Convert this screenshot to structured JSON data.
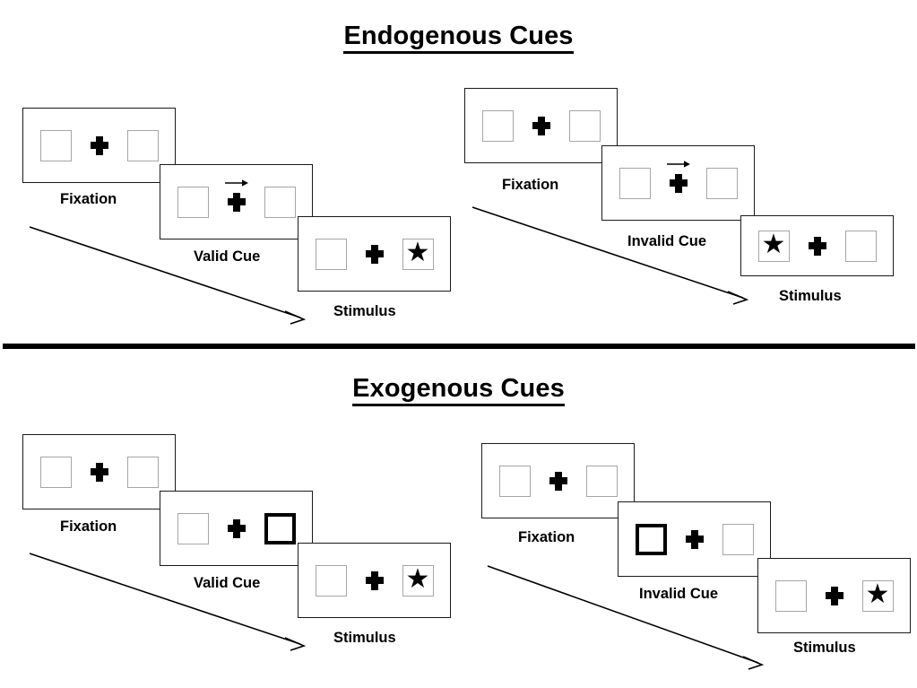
{
  "figure": {
    "sections": [
      {
        "id": "endogenous",
        "title": "Endogenous Cues",
        "sequences": [
          {
            "id": "endogenous-valid",
            "frames": [
              {
                "caption": "Fixation",
                "cue_type": "none",
                "left_box": {
                  "content": "empty",
                  "highlighted": false
                },
                "right_box": {
                  "content": "empty",
                  "highlighted": false
                },
                "arrow_direction": ""
              },
              {
                "caption": "Valid Cue",
                "cue_type": "central-arrow",
                "left_box": {
                  "content": "empty",
                  "highlighted": false
                },
                "right_box": {
                  "content": "empty",
                  "highlighted": false
                },
                "arrow_direction": "right"
              },
              {
                "caption": "Stimulus",
                "cue_type": "none",
                "left_box": {
                  "content": "empty",
                  "highlighted": false
                },
                "right_box": {
                  "content": "star",
                  "highlighted": false
                },
                "arrow_direction": ""
              }
            ]
          },
          {
            "id": "endogenous-invalid",
            "frames": [
              {
                "caption": "Fixation",
                "cue_type": "none",
                "left_box": {
                  "content": "empty",
                  "highlighted": false
                },
                "right_box": {
                  "content": "empty",
                  "highlighted": false
                },
                "arrow_direction": ""
              },
              {
                "caption": "Invalid Cue",
                "cue_type": "central-arrow",
                "left_box": {
                  "content": "empty",
                  "highlighted": false
                },
                "right_box": {
                  "content": "empty",
                  "highlighted": false
                },
                "arrow_direction": "right"
              },
              {
                "caption": "Stimulus",
                "cue_type": "none",
                "left_box": {
                  "content": "star",
                  "highlighted": false
                },
                "right_box": {
                  "content": "empty",
                  "highlighted": false
                },
                "arrow_direction": ""
              }
            ]
          }
        ]
      },
      {
        "id": "exogenous",
        "title": "Exogenous Cues",
        "sequences": [
          {
            "id": "exogenous-valid",
            "frames": [
              {
                "caption": "Fixation",
                "cue_type": "none",
                "left_box": {
                  "content": "empty",
                  "highlighted": false
                },
                "right_box": {
                  "content": "empty",
                  "highlighted": false
                },
                "arrow_direction": ""
              },
              {
                "caption": "Valid Cue",
                "cue_type": "peripheral-flash",
                "left_box": {
                  "content": "empty",
                  "highlighted": false
                },
                "right_box": {
                  "content": "empty",
                  "highlighted": true
                },
                "arrow_direction": ""
              },
              {
                "caption": "Stimulus",
                "cue_type": "none",
                "left_box": {
                  "content": "empty",
                  "highlighted": false
                },
                "right_box": {
                  "content": "star",
                  "highlighted": false
                },
                "arrow_direction": ""
              }
            ]
          },
          {
            "id": "exogenous-invalid",
            "frames": [
              {
                "caption": "Fixation",
                "cue_type": "none",
                "left_box": {
                  "content": "empty",
                  "highlighted": false
                },
                "right_box": {
                  "content": "empty",
                  "highlighted": false
                },
                "arrow_direction": ""
              },
              {
                "caption": "Invalid Cue",
                "cue_type": "peripheral-flash",
                "left_box": {
                  "content": "empty",
                  "highlighted": true
                },
                "right_box": {
                  "content": "empty",
                  "highlighted": false
                },
                "arrow_direction": ""
              },
              {
                "caption": "Stimulus",
                "cue_type": "none",
                "left_box": {
                  "content": "empty",
                  "highlighted": false
                },
                "right_box": {
                  "content": "star",
                  "highlighted": false
                },
                "arrow_direction": ""
              }
            ]
          }
        ]
      }
    ],
    "glyphs": {
      "star": "★",
      "fixation_cross": "✚",
      "cue_arrow": "→",
      "time_arrow": "↘"
    },
    "colors": {
      "ink": "#000000",
      "box_border": "#a6a6a6",
      "panel_border": "#1a1a1a",
      "background": "#ffffff"
    }
  }
}
